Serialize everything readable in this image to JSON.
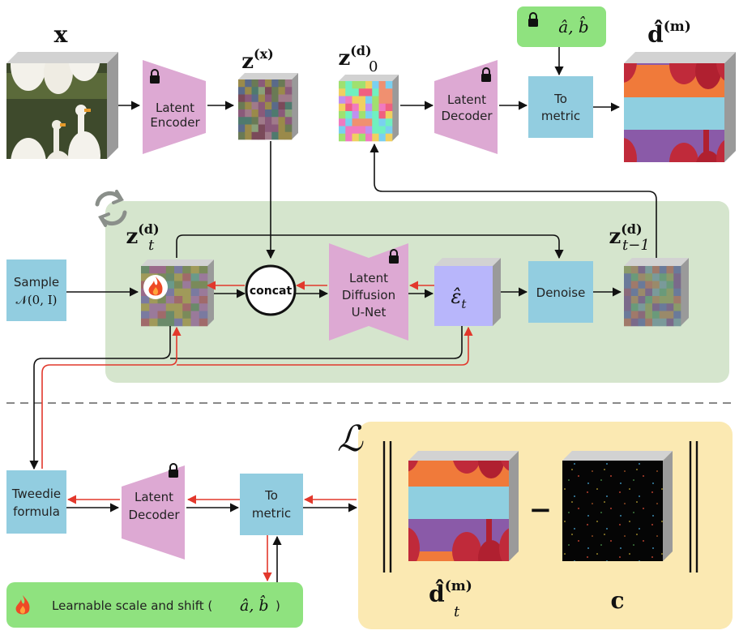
{
  "colors": {
    "green_panel": "#d5e5cd",
    "yellow_panel": "#fbe9b2",
    "pink_block": "#dda9d3",
    "blue_block": "#92cde0",
    "eps_block": "#b8b6fb",
    "green_tag": "#8fe27f",
    "arrow_black": "#111111",
    "arrow_red": "#e2382c"
  },
  "icons": [
    "lock-icon",
    "fire-icon",
    "refresh-cycle-icon"
  ],
  "top": {
    "input_label": "x",
    "encoder_line1": "Latent",
    "encoder_line2": "Encoder",
    "zx_label": "z",
    "zx_sup": "(x)",
    "z0_label": "z",
    "z0_sub": "0",
    "z0_sup": "(d)",
    "decoder_line1": "Latent",
    "decoder_line2": "Decoder",
    "params_label": "â, b̂",
    "to_metric_line1": "To",
    "to_metric_line2": "metric",
    "output_label": "d̂",
    "output_sup": "(m)"
  },
  "loop": {
    "zt_label": "z",
    "zt_sub": "t",
    "zt_sup": "(d)",
    "sample_line1": "Sample",
    "sample_line2": "𝒩(0, I)",
    "concat": "concat",
    "unet_line1": "Latent",
    "unet_line2": "Diffusion",
    "unet_line3": "U-Net",
    "eps_label": "ε̂",
    "eps_sub": "t",
    "denoise": "Denoise",
    "ztm1_label": "z",
    "ztm1_sub": "t−1",
    "ztm1_sup": "(d)"
  },
  "bottom": {
    "tweedie_line1": "Tweedie",
    "tweedie_line2": "formula",
    "decoder_line1": "Latent",
    "decoder_line2": "Decoder",
    "to_metric_line1": "To",
    "to_metric_line2": "metric",
    "learnable": "Learnable scale and shift (",
    "learnable_params": "â, b̂",
    "learnable_close": ")",
    "loss_symbol": "ℒ",
    "dt_label": "d̂",
    "dt_sub": "t",
    "dt_sup": "(m)",
    "minus": "−",
    "c_label": "c"
  }
}
